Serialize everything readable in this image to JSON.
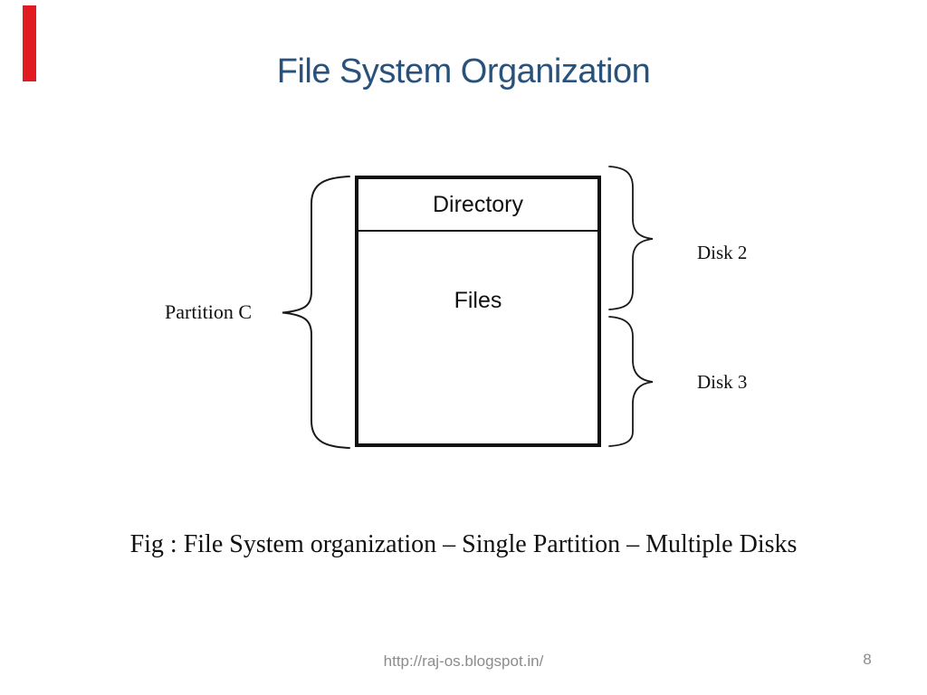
{
  "colors": {
    "accent_red": "#e11b22",
    "title_blue": "#28527c",
    "line_black": "#1a1a1a",
    "footer_gray": "#8c8c8c"
  },
  "title": {
    "text": "File System Organization"
  },
  "diagram": {
    "directory_label": "Directory",
    "files_label": "Files",
    "partition_label": "Partition C",
    "disk_labels": [
      "Disk 2",
      "Disk 3"
    ]
  },
  "caption": "Fig : File System organization – Single Partition – Multiple Disks",
  "footer": {
    "url": "http://raj-os.blogspot.in/",
    "page_number": "8"
  }
}
